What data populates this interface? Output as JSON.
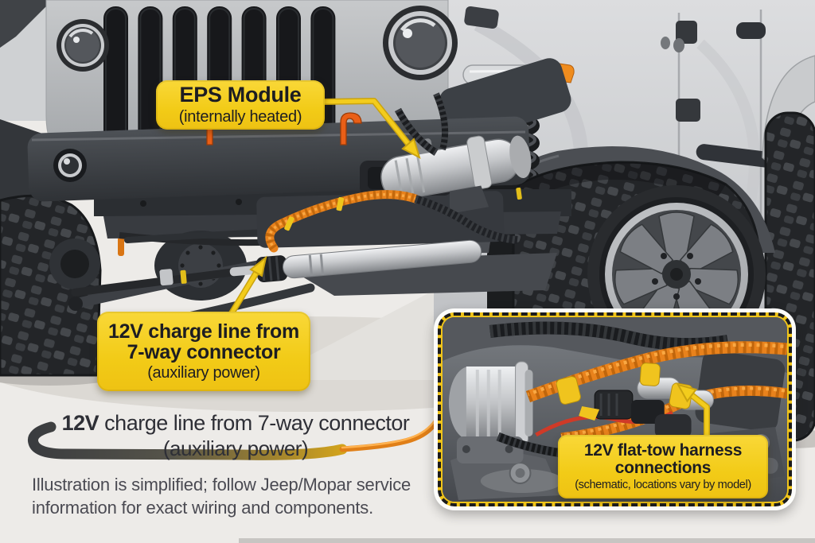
{
  "meta": {
    "description": "Illustrated Jeep front end showing flat-tow wiring components"
  },
  "callouts": {
    "eps": {
      "title": "EPS Module",
      "subtitle": "(internally heated)"
    },
    "charge_line": {
      "title_line1": "12V charge line from",
      "title_line2": "7-way connector",
      "subtitle": "(auxiliary power)"
    },
    "inset": {
      "title_line1": "12V flat-tow harness",
      "title_line2": "connections",
      "subtitle": "(schematic, locations vary by model)"
    }
  },
  "bottom_label": {
    "lead_bold": "12V",
    "rest": " charge line from 7-way connector",
    "subtitle": "(auxiliary power)"
  },
  "disclaimer": {
    "line1": "Illustration is simplified; follow Jeep/Mopar service",
    "line2": "information for exact wiring and components."
  },
  "colors": {
    "callout_yellow": "#F2CB17",
    "callout_text": "#1D1D22",
    "leader_yellow": "#F3CC1C",
    "cable_orange": "#E8821C",
    "tow_hook_orange": "#E95F17",
    "red_wire": "#CF3A28",
    "body_silver": "#CDCED0",
    "chassis_dark": "#2E3135",
    "background": "#EDEBE8"
  }
}
